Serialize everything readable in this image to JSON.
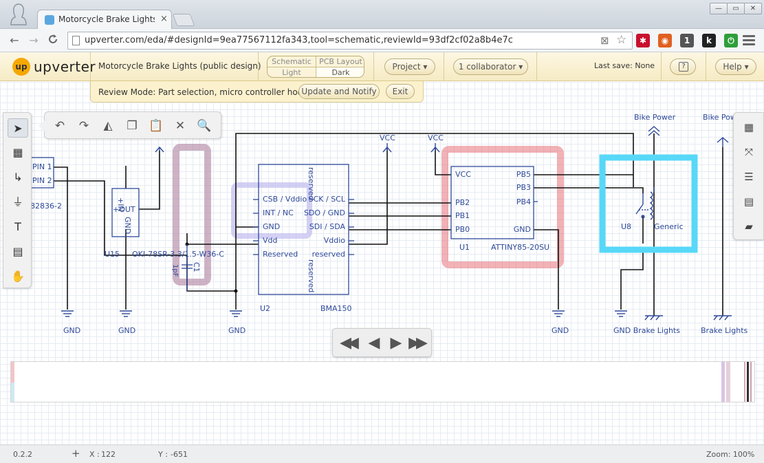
{
  "browser": {
    "tab_title": "Motorcycle Brake Lights",
    "tab_close": "×",
    "url": "upverter.com/eda/#designId=9ea77567112fa343,tool=schematic,reviewId=93df2cf02a8b4e7c",
    "window_controls": [
      "—",
      "▭",
      "✕"
    ],
    "nav": {
      "back": "←",
      "forward": "→",
      "reload": "C"
    },
    "extensions": [
      {
        "icon": "lastpass-icon",
        "glyph": "✱",
        "color": "#c8102e"
      },
      {
        "icon": "colorful-extension-icon",
        "glyph": "◉",
        "color": "#e06020"
      },
      {
        "icon": "ghost-extension-icon",
        "glyph": "1",
        "color": "#555555"
      },
      {
        "icon": "k-extension-icon",
        "glyph": "k",
        "color": "#222222"
      },
      {
        "icon": "green-power-icon",
        "glyph": "⏻",
        "color": "#2e9e3a"
      }
    ]
  },
  "app": {
    "logo": "upverter",
    "logo_mark": "up",
    "design_title": "Motorcycle Brake Lights (public design)",
    "view_switch": {
      "schematic": "Schematic",
      "pcb": "PCB Layout",
      "light": "Light",
      "dark": "Dark"
    },
    "project_button": "Project ▾",
    "collaborators_button": "1 collaborator ▾",
    "last_save": "Last save: None",
    "help_icon": "?",
    "help_button": "Help ▾",
    "accent": "#f5a800"
  },
  "review": {
    "text": "Review Mode: Part selection, micro controller hookup",
    "update_button": "Update and Notify",
    "exit_button": "Exit"
  },
  "tools": {
    "left": [
      {
        "name": "select-tool",
        "glyph": "➤"
      },
      {
        "name": "part-tool",
        "glyph": "▦"
      },
      {
        "name": "wire-tool",
        "glyph": "↳"
      },
      {
        "name": "ground-tool",
        "glyph": "⏚"
      },
      {
        "name": "text-tool",
        "glyph": "T"
      },
      {
        "name": "note-tool",
        "glyph": "▤"
      },
      {
        "name": "pan-tool",
        "glyph": "✋"
      }
    ],
    "sub": [
      {
        "name": "rotate-left",
        "glyph": "↶"
      },
      {
        "name": "rotate-right",
        "glyph": "↷"
      },
      {
        "name": "flip",
        "glyph": "◭"
      },
      {
        "name": "copy",
        "glyph": "❐"
      },
      {
        "name": "paste",
        "glyph": "📋"
      },
      {
        "name": "delete",
        "glyph": "✕"
      },
      {
        "name": "zoom",
        "glyph": "🔍"
      }
    ],
    "right": [
      {
        "name": "chip-icon",
        "glyph": "▦"
      },
      {
        "name": "netlist-icon",
        "glyph": "⤧"
      },
      {
        "name": "bom-icon",
        "glyph": "☰"
      },
      {
        "name": "notes-icon",
        "glyph": "▤"
      },
      {
        "name": "graph-icon",
        "glyph": "▰"
      }
    ]
  },
  "schematic": {
    "j_pins": [
      "PIN 1",
      "PIN 2"
    ],
    "j_part": "82836-2",
    "u15_pins": {
      "in": "+IN",
      "out": "+OUT",
      "gnd": "GND"
    },
    "u15_ref": "U15",
    "u15_part": "OKI-78SR-3.3/1.5-W36-C",
    "c1_ref": "C1",
    "c1_value": "1pF",
    "u2_left": [
      "CSB / Vddio",
      "INT / NC",
      "GND",
      "Vdd",
      "Reserved"
    ],
    "u2_right": [
      "SCK / SCL",
      "SDO / GND",
      "SDI / SDA",
      "Vddio",
      "reserved"
    ],
    "u2_top": "reserved",
    "u2_bottom": "reserved",
    "u2_ref": "U2",
    "u2_part": "BMA150",
    "vcc": "VCC",
    "u1_left": [
      "VCC",
      "PB2",
      "PB1",
      "PB0"
    ],
    "u1_right": [
      "PB5",
      "PB3",
      "PB4",
      "GND"
    ],
    "u1_ref": "U1",
    "u1_part": "ATTINY85-20SU",
    "u8_ref": "U8",
    "u8_part": "Generic",
    "bike_power_1": "Bike Power",
    "bike_power_2": "Bike Pow",
    "gnd": "GND",
    "gnd_brake": "GND Brake Lights",
    "brake_lights": "Brake Lights",
    "highlight_colors": {
      "red": "#e8727a",
      "purple": "#b38aa6",
      "lavender": "#c4c0f0",
      "cyan": "#58d8f8"
    },
    "wire_color": "#111111",
    "part_color": "#2f4a9a"
  },
  "playback": {
    "first": "◀◀",
    "prev": "◀",
    "next": "▶",
    "last": "▶▶"
  },
  "status": {
    "version": "0.2.2",
    "x_label": "X :",
    "x_value": "122",
    "y_label": "Y :",
    "y_value": "-651",
    "zoom": "Zoom: 100%"
  }
}
